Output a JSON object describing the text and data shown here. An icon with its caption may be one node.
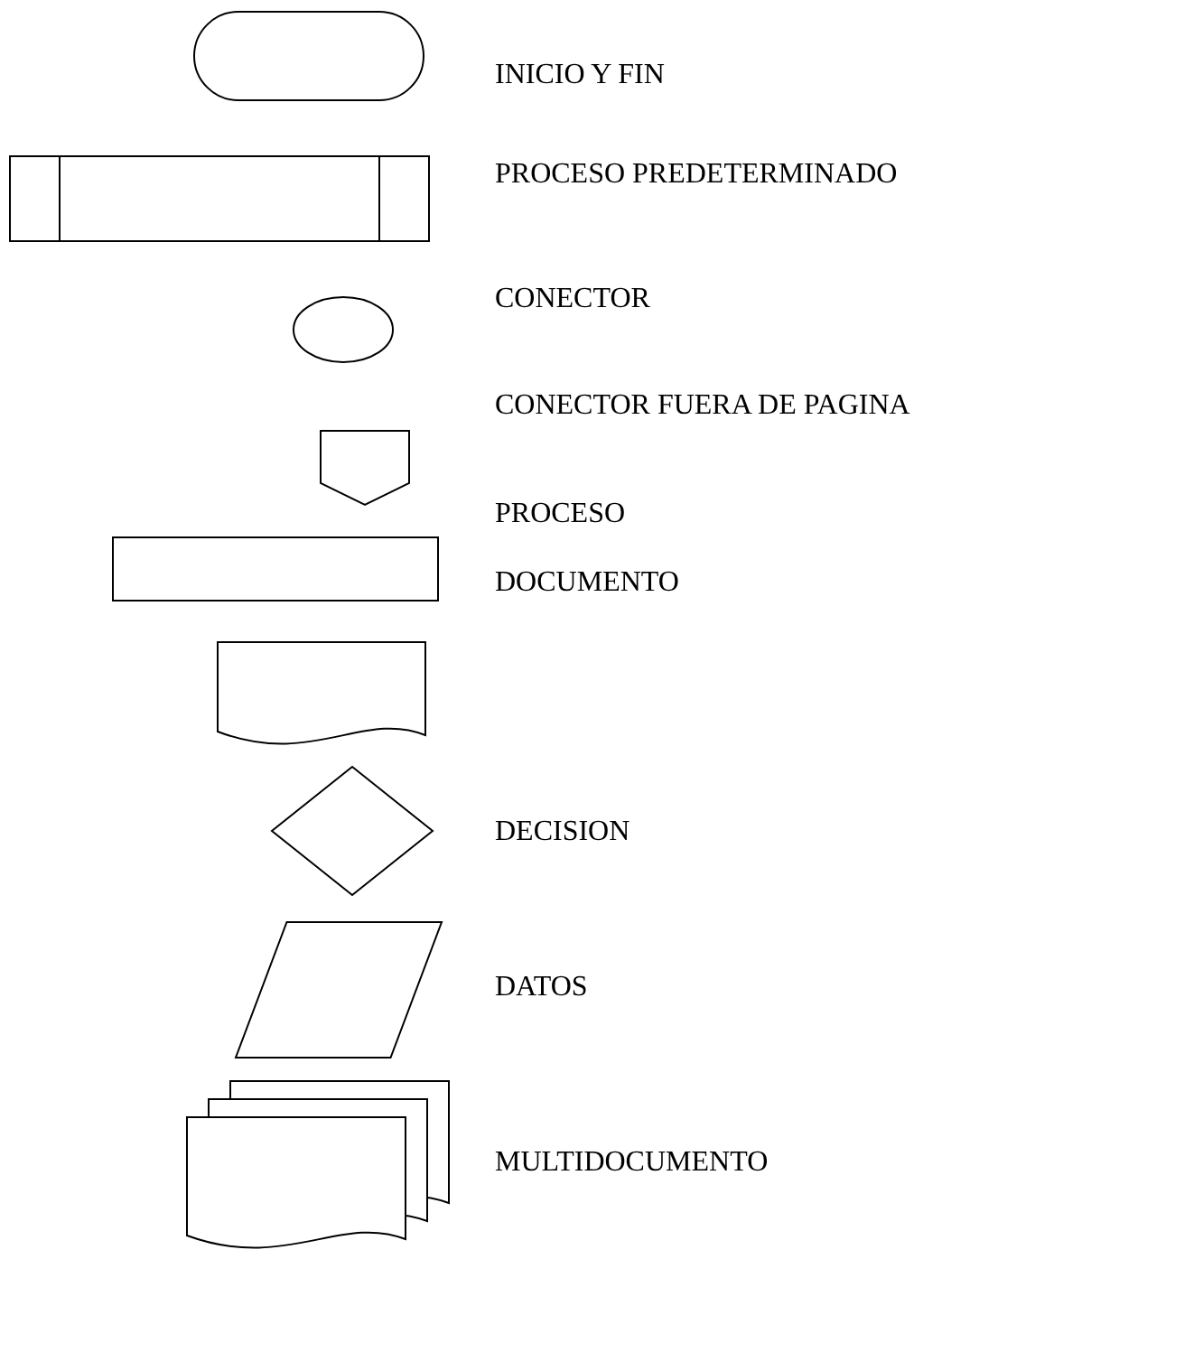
{
  "diagram": {
    "nodes": [
      {
        "text": [],
        "shape": "stadium",
        "beside": [
          "INICIO Y FIN"
        ]
      },
      {
        "text": [],
        "shape": "predefined",
        "beside": [
          "PROCESO PREDETERMINADO"
        ]
      },
      {
        "text": [],
        "shape": "circle",
        "beside": [
          "CONECTOR"
        ]
      },
      {
        "text": [],
        "shape": "pentagon",
        "beside": [
          "CONECTOR FUERA DE PAGINA"
        ]
      },
      {
        "text": [],
        "shape": "box",
        "beside": [
          "PROCESO"
        ]
      },
      {
        "text": [],
        "shape": "document",
        "beside": [
          "DOCUMENTO"
        ]
      },
      {
        "text": [],
        "shape": "diamond",
        "beside": [
          "DECISION"
        ]
      },
      {
        "text": [],
        "shape": "parallelogram",
        "beside": [
          "DATOS"
        ]
      },
      {
        "text": [],
        "shape": "multidocument",
        "beside": [
          "MULTIDOCUMENTO"
        ]
      }
    ]
  }
}
